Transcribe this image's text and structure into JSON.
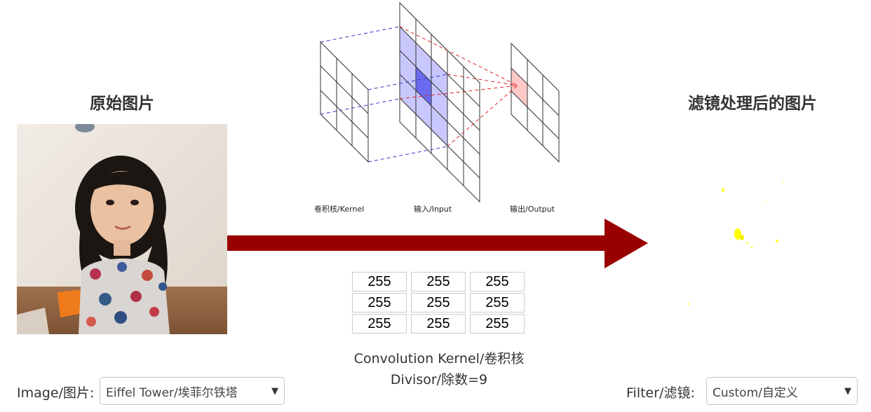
{
  "titles": {
    "original": "原始图片",
    "filtered": "滤镜处理后的图片"
  },
  "diagram": {
    "kernel_label": "卷积核/Kernel",
    "input_label": "输入/Input",
    "output_label": "输出/Output"
  },
  "kernel": {
    "values": [
      "255",
      "255",
      "255",
      "255",
      "255",
      "255",
      "255",
      "255",
      "255"
    ],
    "caption": "Convolution Kernel/卷积核",
    "divisor_text": "Divisor/除数=9"
  },
  "controls": {
    "image_label": "Image/图片:",
    "image_value": "Eiffel Tower/埃菲尔铁塔",
    "filter_label": "Filter/滤镜:",
    "filter_value": "Custom/自定义"
  },
  "icons": {
    "caret": "chevron-down-icon"
  },
  "colors": {
    "arrow": "#990000",
    "kernel_highlight": "#c8c8ff",
    "input_center": "#6b6bf0",
    "output_highlight": "#ffc8c8",
    "filtered_specks": "#ffff00"
  }
}
